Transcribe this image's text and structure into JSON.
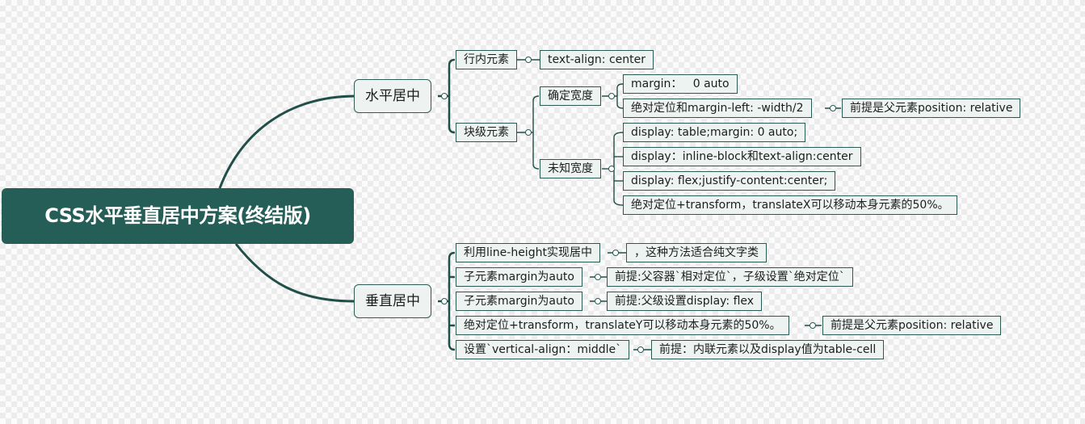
{
  "root": "CSS水平垂直居中方案(终结版)",
  "horizontal": {
    "label": "水平居中",
    "inline": {
      "label": "行内元素",
      "leaf": "text-align: center"
    },
    "block": {
      "label": "块级元素",
      "known": {
        "label": "确定宽度",
        "items": [
          "margin：   0 auto",
          "绝对定位和margin-left: -width/2"
        ],
        "note": "前提是父元素position: relative"
      },
      "unknown": {
        "label": "未知宽度",
        "items": [
          "display: table;margin: 0 auto;",
          "display：inline-block和text-align:center",
          "display: flex;justify-content:center;",
          "绝对定位+transform，translateX可以移动本身元素的50%。"
        ]
      }
    }
  },
  "vertical": {
    "label": "垂直居中",
    "items": [
      {
        "label": "利用line-height实现居中",
        "note": "，这种方法适合纯文字类"
      },
      {
        "label": "子元素margin为auto",
        "note": "前提:父容器`相对定位`，子级设置`绝对定位`"
      },
      {
        "label": "子元素margin为auto",
        "note": "前提:父级设置display: flex"
      },
      {
        "label": "绝对定位+transform，translateY可以移动本身元素的50%。",
        "note": "前提是父元素position: relative"
      },
      {
        "label": "设置`vertical-align：middle`",
        "note": "前提：内联元素以及display值为table-cell"
      }
    ]
  },
  "colors": {
    "root_bg": "#245e57",
    "root_text": "#ffffff",
    "line": "#1f4f48",
    "node_border": "#2a5a52",
    "node_bg": "#edf3f1"
  }
}
